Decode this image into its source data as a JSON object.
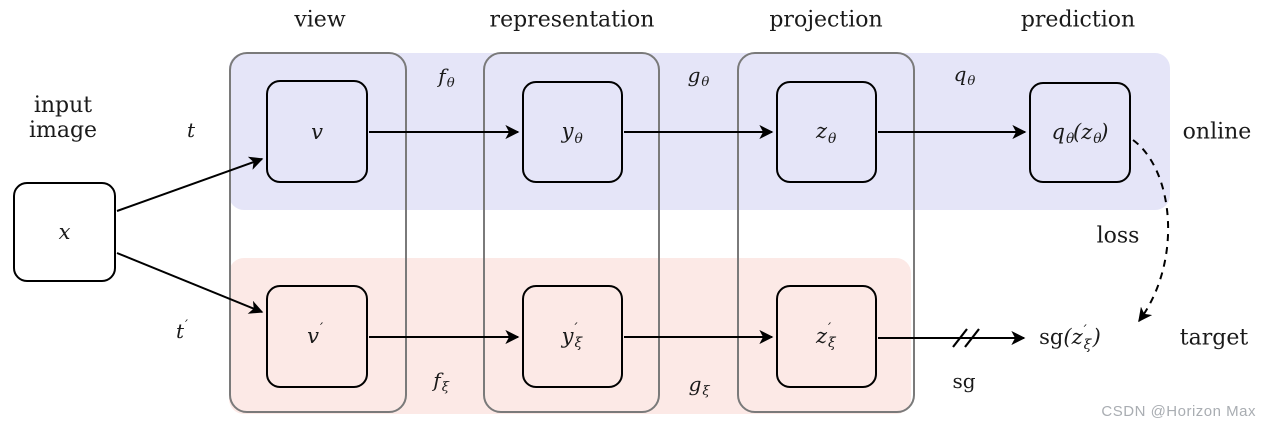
{
  "colors": {
    "online_band": "#e5e5f8",
    "target_band": "#fcE9e6",
    "column_stroke": "#7a7a7a",
    "node_stroke": "#000000",
    "watermark": "#a9adb2"
  },
  "headers": [
    "view",
    "representation",
    "projection",
    "prediction"
  ],
  "input_label": {
    "line1": "input",
    "line2": "image"
  },
  "side_labels": {
    "online": "online",
    "loss": "loss",
    "target": "target"
  },
  "nodes": {
    "x": {
      "base": "x"
    },
    "v": {
      "base": "v"
    },
    "y_theta": {
      "base": "y",
      "sub": "θ"
    },
    "z_theta": {
      "base": "z",
      "sub": "θ"
    },
    "pred": {
      "pre": "q",
      "presub": "θ",
      "open": "(",
      "base": "z",
      "sub": "θ",
      "close": ")"
    },
    "v_prime": {
      "base": "v",
      "sup": "′"
    },
    "y_xi": {
      "base": "y",
      "sup": "′",
      "sub": "ξ"
    },
    "z_xi": {
      "base": "z",
      "sup": "′",
      "sub": "ξ"
    },
    "sg_target": {
      "pre": "sg",
      "open": "(",
      "base": "z",
      "sup": "′",
      "sub": "ξ",
      "close": ")"
    }
  },
  "edge_labels": {
    "t": {
      "base": "t"
    },
    "t_prime": {
      "base": "t",
      "sup": "′"
    },
    "f_theta": {
      "base": "f",
      "sub": "θ"
    },
    "g_theta": {
      "base": "g",
      "sub": "θ"
    },
    "q_theta": {
      "base": "q",
      "sub": "θ"
    },
    "f_xi": {
      "base": "f",
      "sub": "ξ"
    },
    "g_xi": {
      "base": "g",
      "sub": "ξ"
    },
    "sg": {
      "base": "sg"
    }
  },
  "watermark": "CSDN @Horizon Max"
}
